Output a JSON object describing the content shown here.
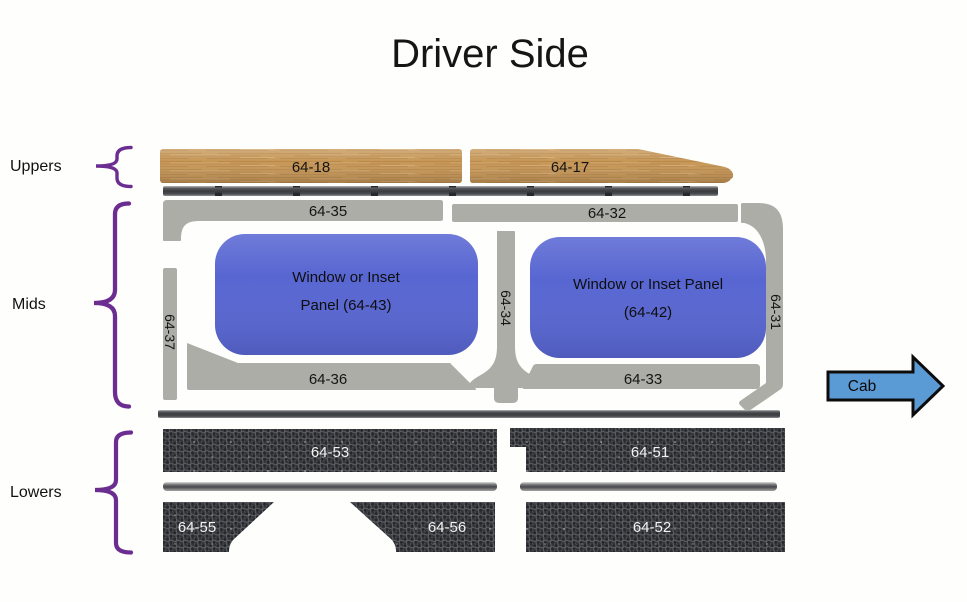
{
  "title": "Driver Side",
  "sections": {
    "uppers": "Uppers",
    "mids": "Mids",
    "lowers": "Lowers"
  },
  "uppers": {
    "panel_18": "64-18",
    "panel_17": "64-17"
  },
  "mids": {
    "top_left_rail": "64-35",
    "top_right_rail": "64-32",
    "left_pillar": "64-37",
    "center_pillar": "64-34",
    "right_pillar": "64-31",
    "bottom_left_rail": "64-36",
    "bottom_right_rail": "64-33",
    "left_window_line1": "Window or Inset",
    "left_window_line2": "Panel (64-43)",
    "right_window_line1": "Window or Inset Panel",
    "right_window_line2": "(64-42)"
  },
  "lowers": {
    "top_left": "64-53",
    "top_right": "64-51",
    "bottom_left": "64-55",
    "bottom_center": "64-56",
    "bottom_right": "64-52"
  },
  "cab": {
    "label": "Cab"
  },
  "colors": {
    "wood": "#C79757",
    "panel_gray": "#ADADA7",
    "window_blue": "#5866D2",
    "lower_dark": "#35363A",
    "brace_purple": "#6C2D91",
    "cab_arrow_blue": "#5B9BD5"
  }
}
